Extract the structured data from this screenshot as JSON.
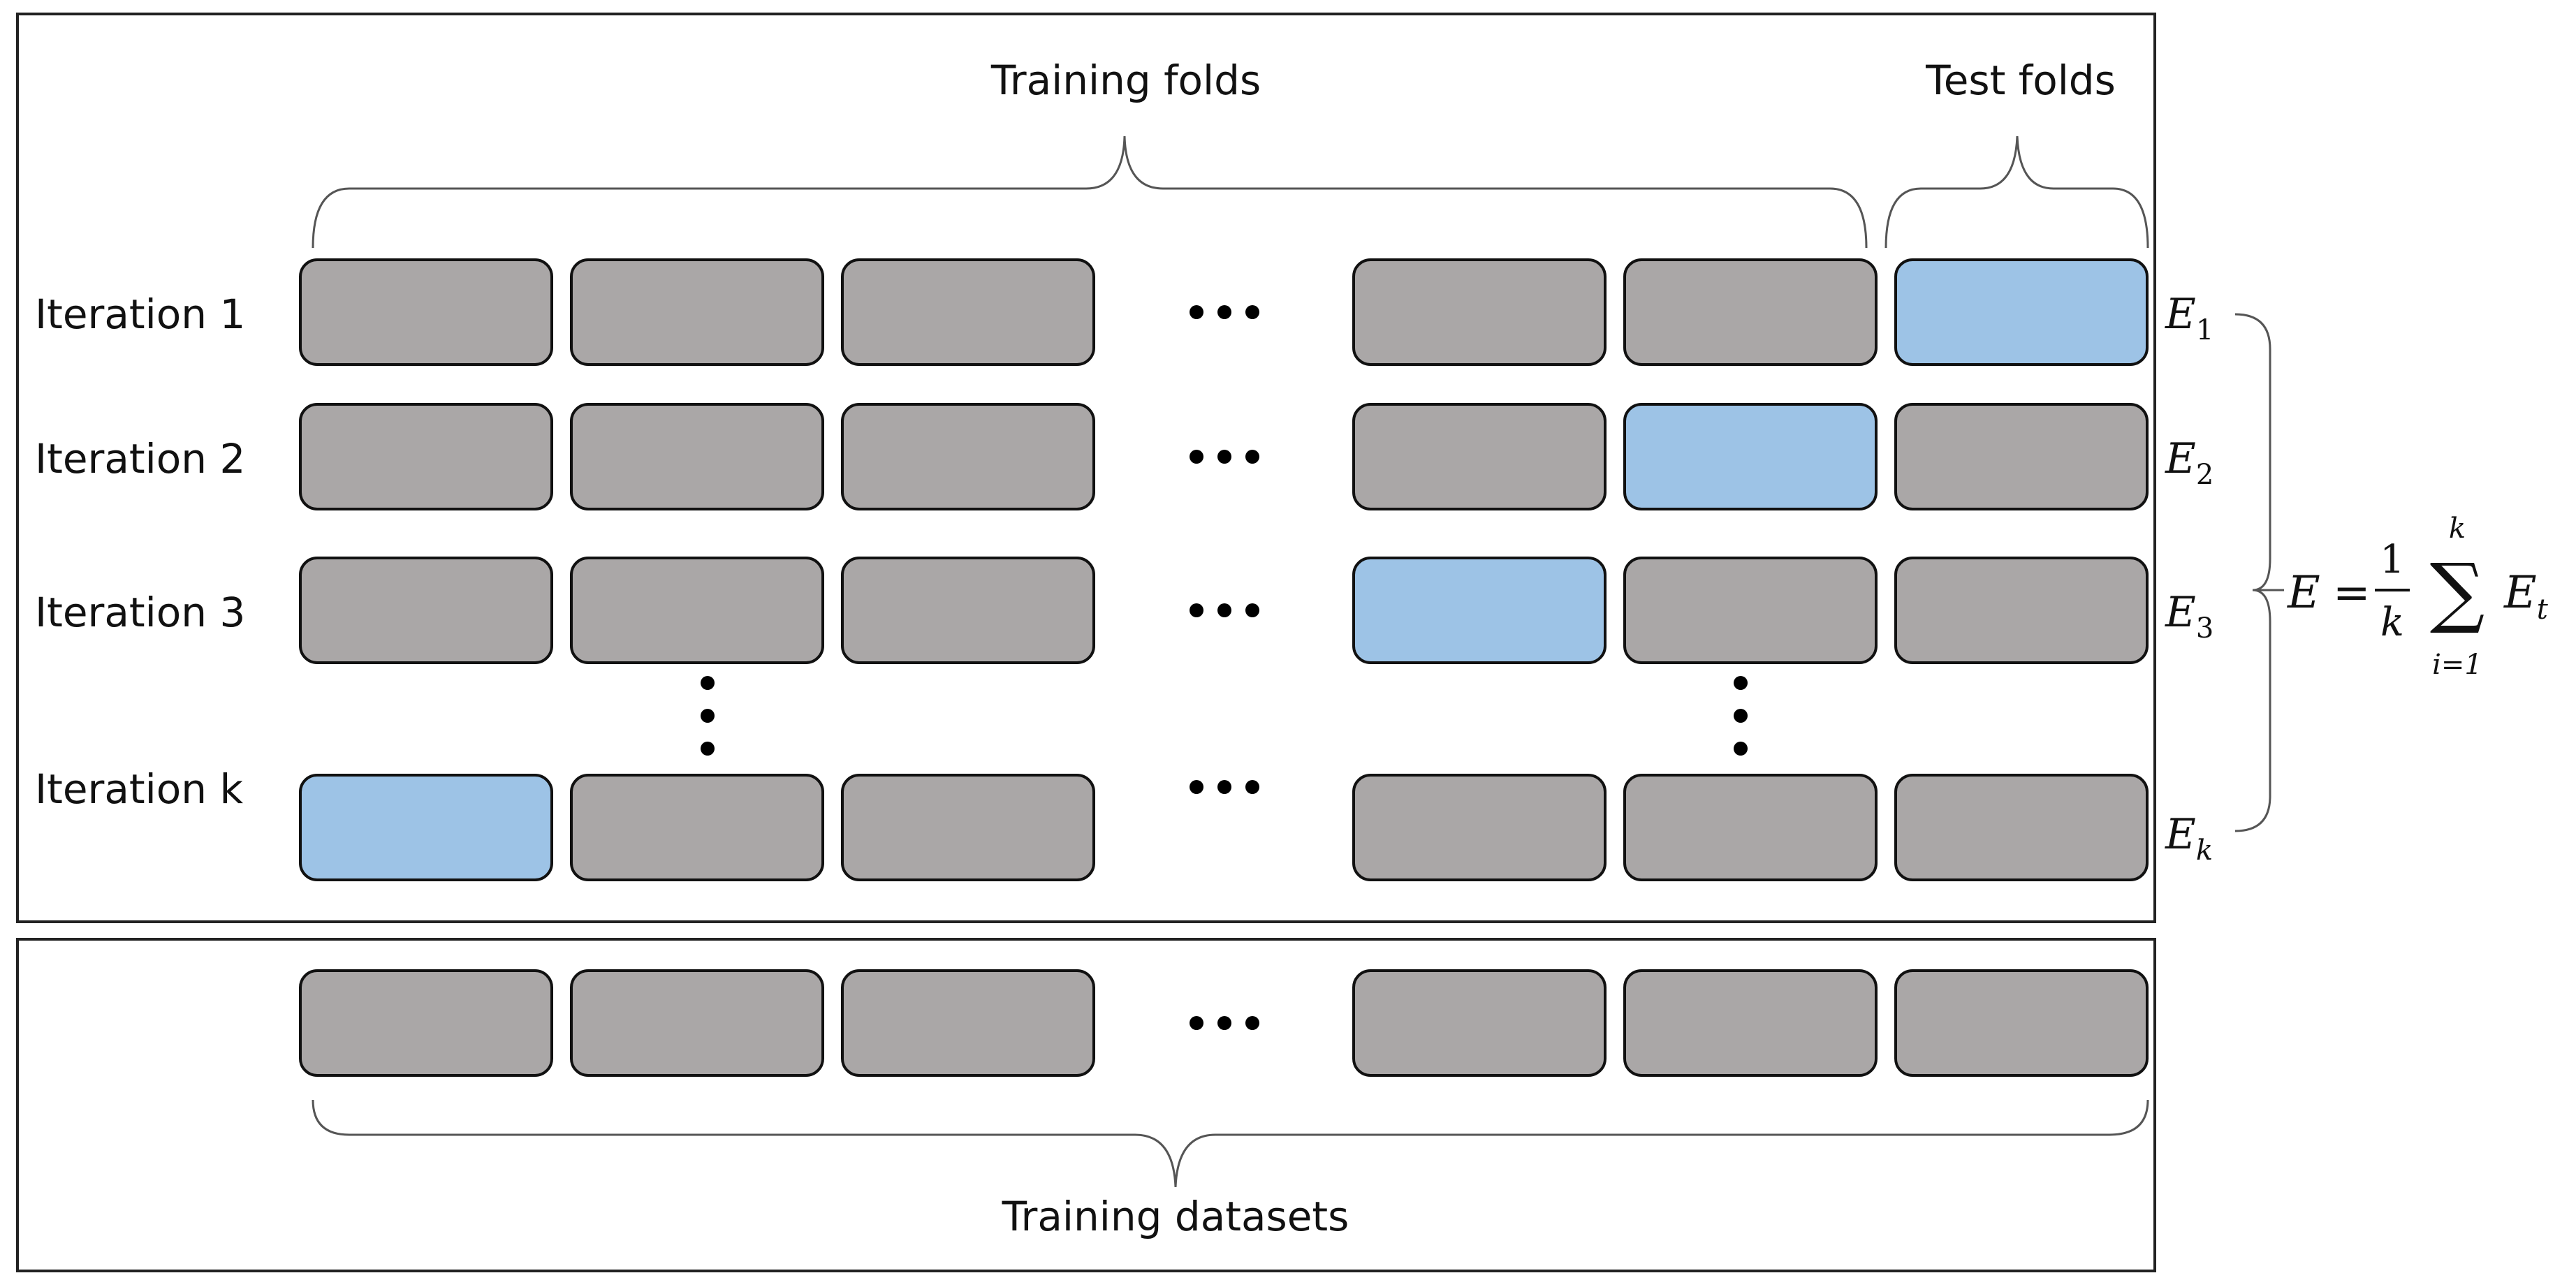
{
  "labels": {
    "training_folds": "Training folds",
    "test_folds": "Test folds",
    "training_datasets": "Training datasets"
  },
  "iterations": [
    {
      "label": "Iteration 1",
      "error_symbol": "E",
      "error_subscript": "1",
      "test_fold_index": 5
    },
    {
      "label": "Iteration 2",
      "error_symbol": "E",
      "error_subscript": "2",
      "test_fold_index": 4
    },
    {
      "label": "Iteration 3",
      "error_symbol": "E",
      "error_subscript": "3",
      "test_fold_index": 3
    },
    {
      "label": "Iteration k",
      "error_symbol": "E",
      "error_subscript": "k",
      "test_fold_index": 0
    }
  ],
  "formula": {
    "lhs": "E",
    "equals": "=",
    "numerator": "1",
    "denominator": "k",
    "sum_symbol": "∑",
    "upper_limit": "k",
    "lower_limit": "i=1",
    "term": "E",
    "term_subscript": "t"
  },
  "colors": {
    "train_fold": "#aaa7a7",
    "test_fold": "#9dc3e6"
  }
}
